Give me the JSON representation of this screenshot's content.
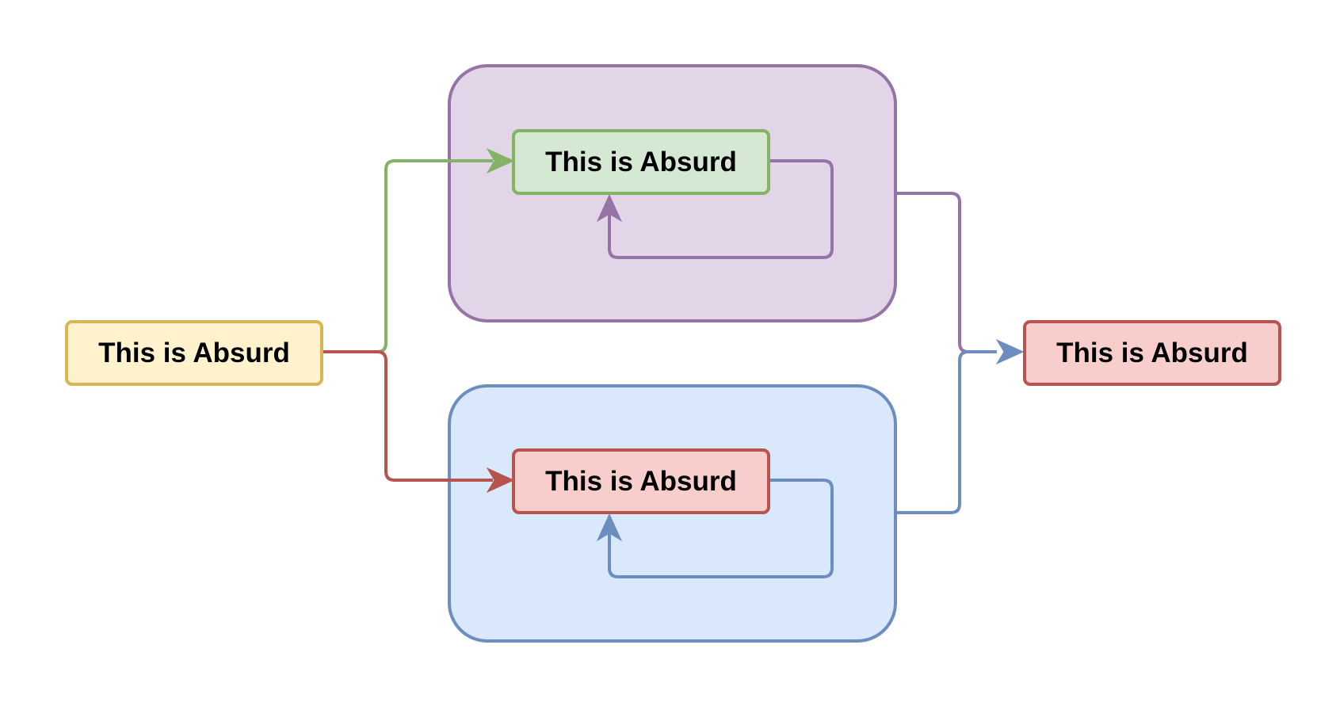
{
  "diagram": {
    "groups": {
      "top": {
        "fill": "#e1d5e7",
        "stroke": "#9673a6"
      },
      "bottom": {
        "fill": "#dae8fc",
        "stroke": "#6c8ebf"
      }
    },
    "nodes": {
      "source": {
        "label": "This is Absurd",
        "fill": "#fff2cc",
        "stroke": "#d6b656"
      },
      "top_inner": {
        "label": "This is Absurd",
        "fill": "#d5e8d4",
        "stroke": "#82b366"
      },
      "bottom_inner": {
        "label": "This is Absurd",
        "fill": "#f8cecc",
        "stroke": "#b85450"
      },
      "target": {
        "label": "This is Absurd",
        "fill": "#f8cecc",
        "stroke": "#b85450"
      }
    },
    "edges": {
      "source_to_top": {
        "color": "#82b366"
      },
      "source_to_bottom": {
        "color": "#b85450"
      },
      "top_loop": {
        "color": "#9673a6"
      },
      "bottom_loop": {
        "color": "#6c8ebf"
      },
      "top_group_to_target": {
        "color": "#9673a6"
      },
      "bottom_group_to_target": {
        "color": "#6c8ebf"
      }
    }
  }
}
